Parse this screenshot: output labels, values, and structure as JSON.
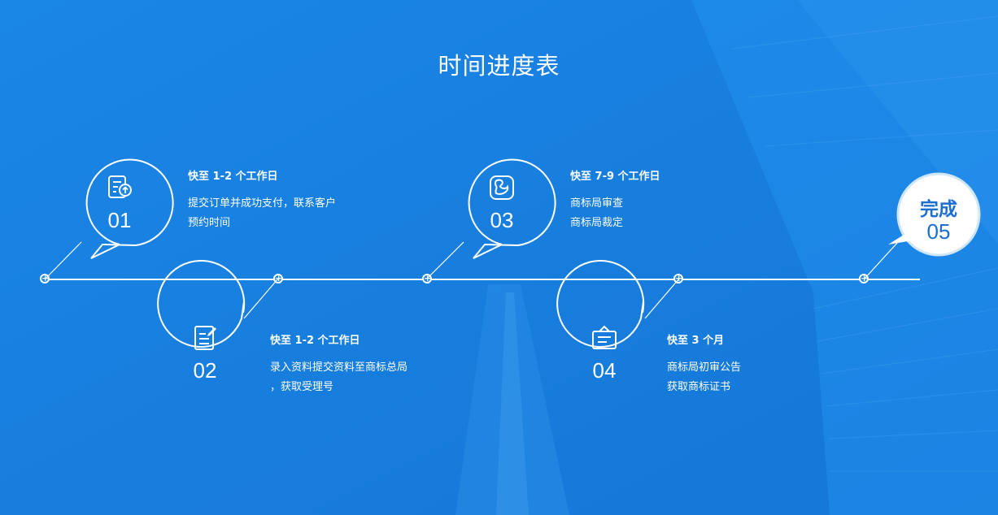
{
  "page_title": "时间进度表",
  "steps": [
    {
      "num": "01",
      "head": "快至 1-2 个工作日",
      "line1": "提交订单并成功支付，联系客户",
      "line2": "预约时间",
      "icon": "document-upload-icon"
    },
    {
      "num": "02",
      "head": "快至 1-2 个工作日",
      "line1": "录入资料提交资料至商标总局",
      "line2": "，获取受理号",
      "icon": "document-edit-icon"
    },
    {
      "num": "03",
      "head": "快至 7-9 个工作日",
      "line1": "商标局审查",
      "line2": "商标局裁定",
      "icon": "map-icon"
    },
    {
      "num": "04",
      "head": "快至 3 个月",
      "line1": "商标局初审公告",
      "line2": "获取商标证书",
      "icon": "announcement-icon"
    }
  ],
  "done": {
    "word": "完成",
    "num": "05"
  },
  "colors": {
    "background": "#1a86e6",
    "accent": "#1a6fd0",
    "line": "#ffffff"
  }
}
